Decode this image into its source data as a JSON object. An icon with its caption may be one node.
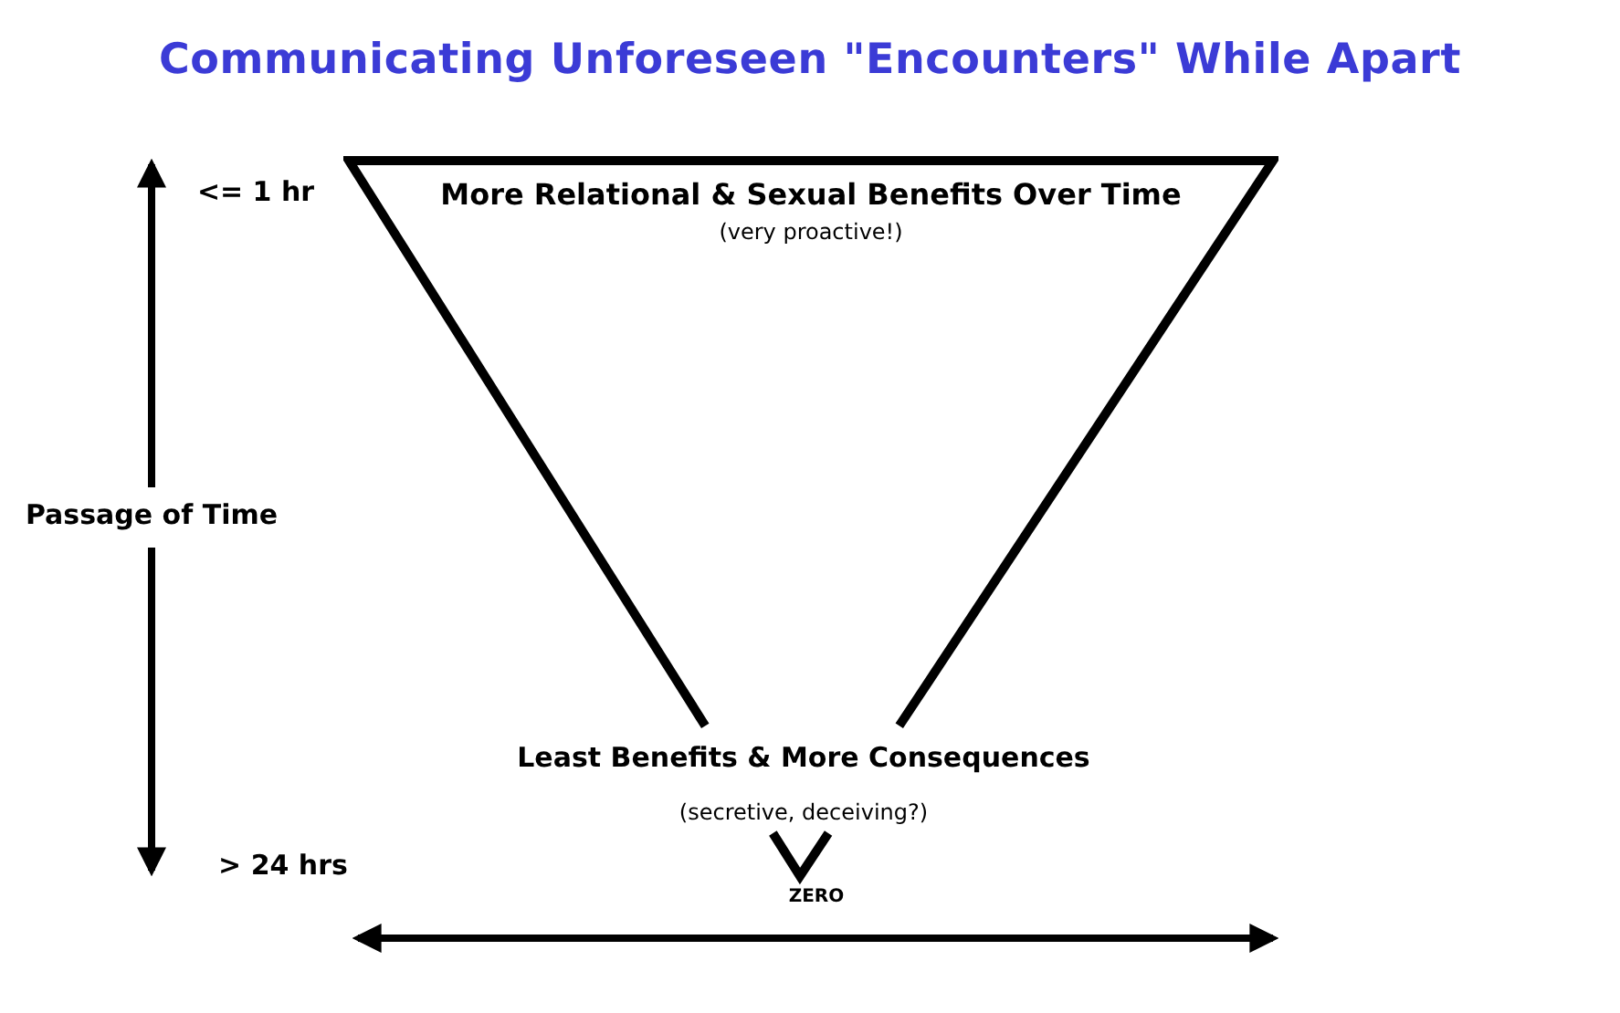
{
  "diagram": {
    "title": "Communicating Unforeseen \"Encounters\" While Apart",
    "nodes": [
      {
        "text": [
          "More Relational & Sexual Benefits Over Time",
          "(very proactive!)"
        ]
      }
    ],
    "labels": [
      "<= 1 hr",
      "Passage of Time",
      "> 24 hrs",
      "Least Benefits & More Consequences",
      "(secretive, deceiving?)",
      "ZERO"
    ]
  }
}
